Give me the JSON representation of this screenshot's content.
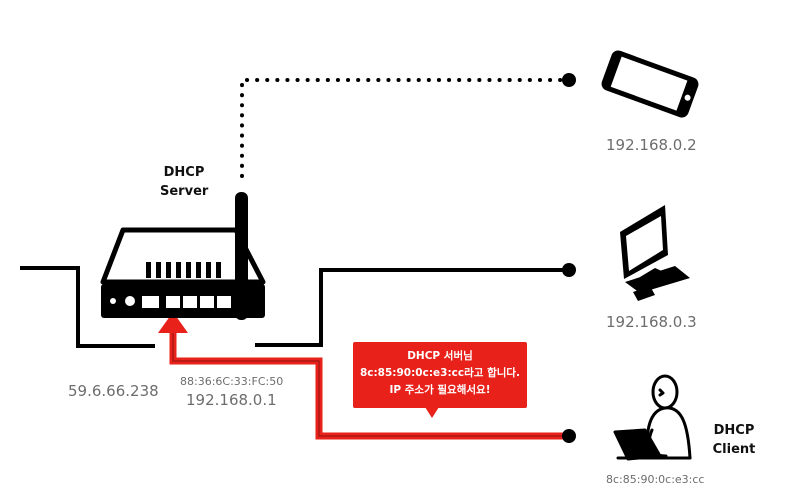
{
  "server_label": [
    "DHCP",
    "Server"
  ],
  "client_label": [
    "DHCP",
    "Client"
  ],
  "devices": {
    "phone_ip": "192.168.0.2",
    "pc_ip": "192.168.0.3",
    "client_mac": "8c:85:90:0c:e3:cc"
  },
  "router": {
    "wan_ip": "59.6.66.238",
    "mac": "88:36:6C:33:FC:50",
    "lan_ip": "192.168.0.1"
  },
  "message": {
    "lines": [
      "DHCP 서버님",
      "8c:85:90:0c:e3:cc라고 합니다.",
      "IP 주소가 필요해서요!"
    ]
  },
  "colors": {
    "line": "#000000",
    "highlight": "#e8211a",
    "label_gray": "#6d6d6d"
  },
  "icons": [
    "router-icon",
    "antenna-icon",
    "smartphone-icon",
    "desktop-pc-icon",
    "person-laptop-icon"
  ]
}
